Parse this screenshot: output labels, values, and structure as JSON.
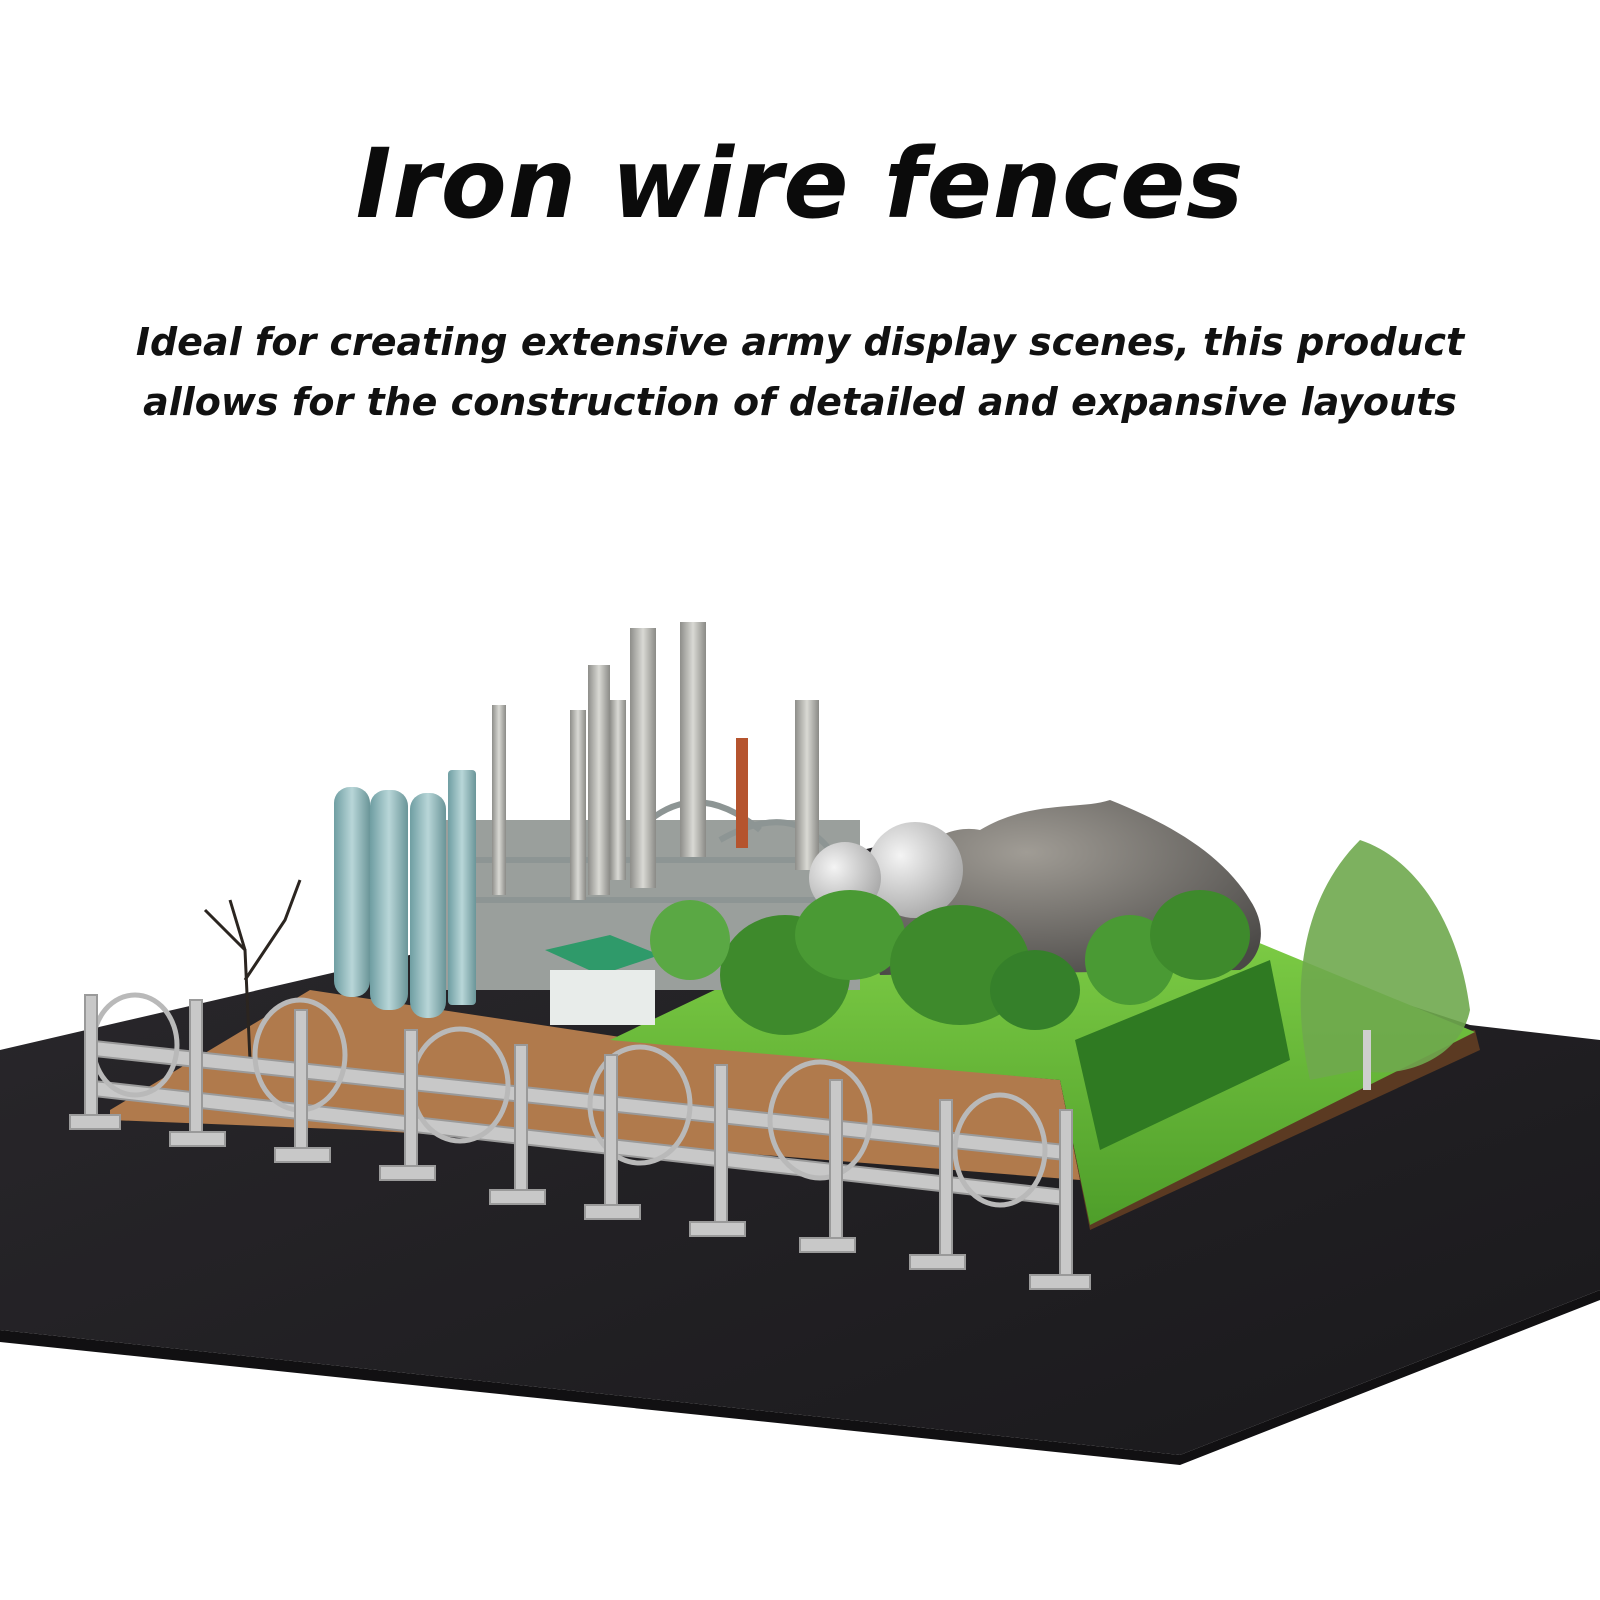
{
  "heading": {
    "title": "Iron wire fences",
    "description_line1": "Ideal for creating extensive army display scenes, this product",
    "description_line2": "allows for the construction of detailed and expansive layouts"
  },
  "colors": {
    "background": "#ffffff",
    "ground": "#222024",
    "grass": "#6bbf3a",
    "fence": "#c9c9c9",
    "tanks": "#8fb8bb",
    "chimneys": "#b9b9b6",
    "rock": "#6e6c68",
    "trees": "#3d8a2a"
  }
}
